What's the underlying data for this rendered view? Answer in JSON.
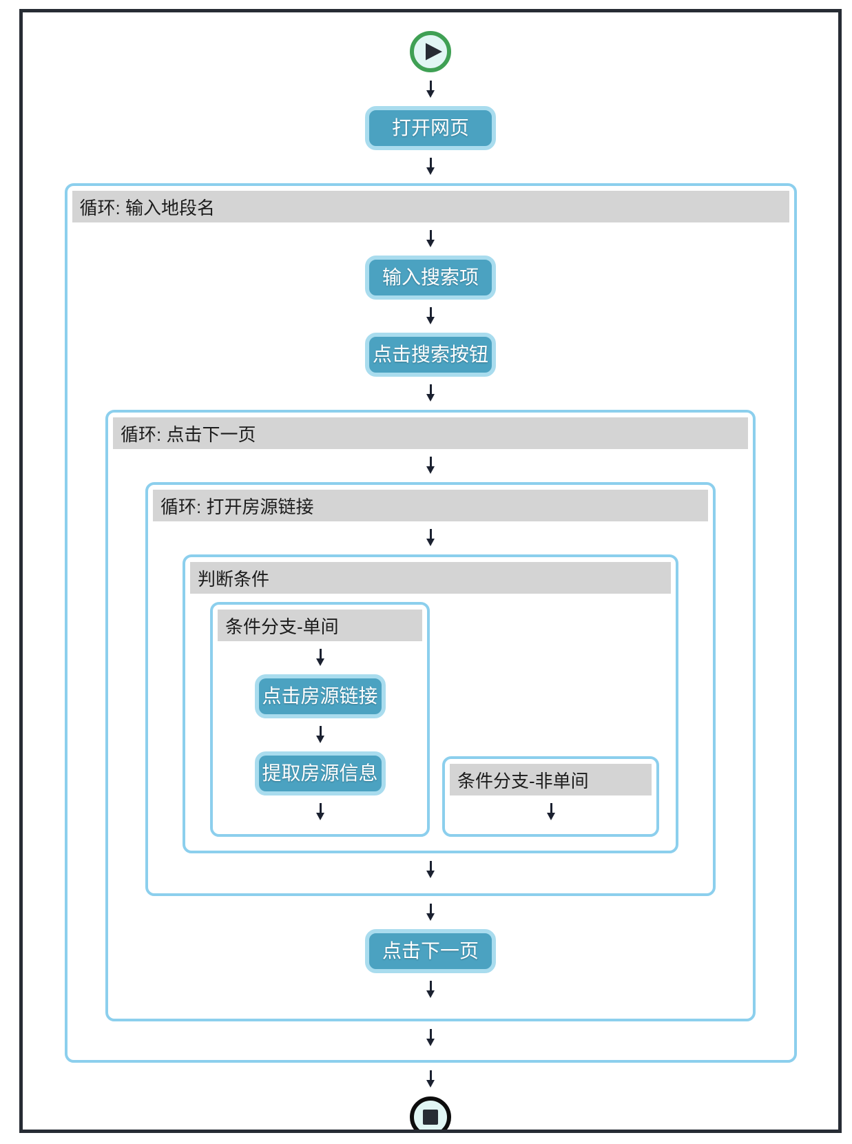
{
  "colors": {
    "frame_border": "#272c34",
    "container_border": "#8ccfed",
    "header_bg": "#d4d4d4",
    "step_bg": "#4ba2c1",
    "step_border": "#a9dcee",
    "step_text": "#ffffff",
    "arrow": "#1b2130",
    "start_ring": "#3fa054",
    "terminal_fill": "#e1f6f4",
    "terminal_glyph": "#272c34"
  },
  "icons": {
    "start": "play-icon",
    "end": "stop-icon",
    "connector": "down-arrow-icon"
  },
  "flow": {
    "open_webpage": "打开网页",
    "loop1": {
      "header": "循环: 输入地段名",
      "input_search_term": "输入搜索项",
      "click_search_button": "点击搜索按钮",
      "loop2": {
        "header": "循环: 点击下一页",
        "click_next_page": "点击下一页",
        "loop3": {
          "header": "循环: 打开房源链接",
          "condition": {
            "header": "判断条件",
            "branch_single": {
              "header": "条件分支-单间",
              "click_listing_link": "点击房源链接",
              "extract_listing_info": "提取房源信息"
            },
            "branch_not_single": {
              "header": "条件分支-非单间"
            }
          }
        }
      }
    }
  }
}
